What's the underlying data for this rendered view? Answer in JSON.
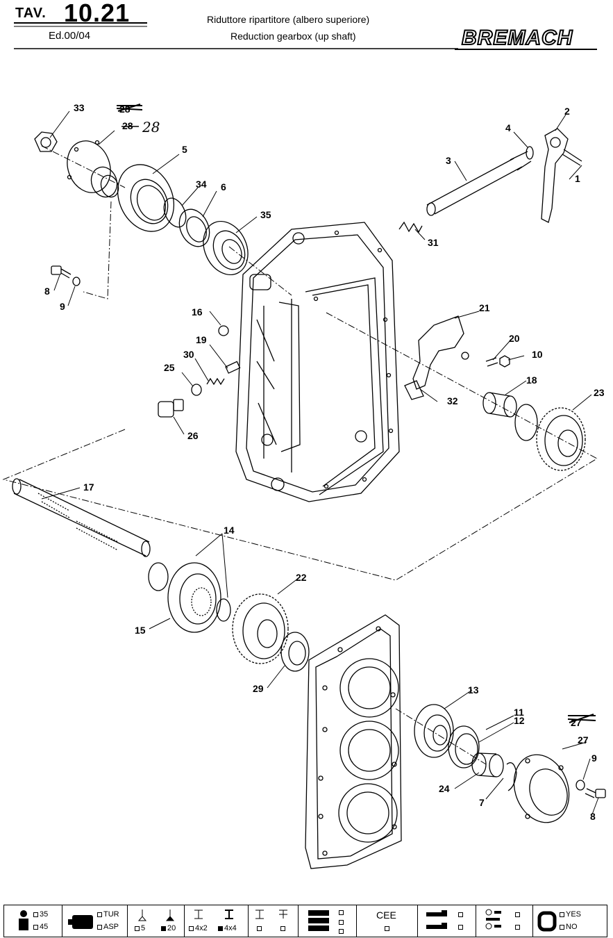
{
  "header": {
    "tav_label": "TAV.",
    "tav_number": "10.21",
    "edition": "Ed.00/04",
    "title_it": "Riduttore ripartitore (albero superiore)",
    "title_en": "Reduction gearbox (up shaft)",
    "brand": "BREMACH"
  },
  "diagram": {
    "annotations": {
      "crossed_28": "28",
      "hand_28": "28",
      "crossed_27": "27"
    },
    "parts": [
      {
        "label": "33"
      },
      {
        "label": "28"
      },
      {
        "label": "5"
      },
      {
        "label": "34"
      },
      {
        "label": "6"
      },
      {
        "label": "35"
      },
      {
        "label": "8"
      },
      {
        "label": "9"
      },
      {
        "label": "16"
      },
      {
        "label": "19"
      },
      {
        "label": "30"
      },
      {
        "label": "25"
      },
      {
        "label": "26"
      },
      {
        "label": "2"
      },
      {
        "label": "4"
      },
      {
        "label": "3"
      },
      {
        "label": "1"
      },
      {
        "label": "31"
      },
      {
        "label": "21"
      },
      {
        "label": "20"
      },
      {
        "label": "10"
      },
      {
        "label": "18"
      },
      {
        "label": "32"
      },
      {
        "label": "23"
      },
      {
        "label": "17"
      },
      {
        "label": "14"
      },
      {
        "label": "22"
      },
      {
        "label": "15"
      },
      {
        "label": "29"
      },
      {
        "label": "13"
      },
      {
        "label": "11"
      },
      {
        "label": "12"
      },
      {
        "label": "24"
      },
      {
        "label": "7"
      },
      {
        "label": "27"
      },
      {
        "label": "9"
      },
      {
        "label": "8"
      }
    ]
  },
  "footer": {
    "c1": {
      "a": "35",
      "b": "45"
    },
    "c2": {
      "a": "TUR",
      "b": "ASP"
    },
    "c3": {
      "a": "5",
      "b": "20"
    },
    "c4": {
      "a": "4x2",
      "b": "4x4"
    },
    "c5": {
      "a": "",
      "b": ""
    },
    "c6": {
      "a": "",
      "b": ""
    },
    "c7": {
      "label": "CEE"
    },
    "c8": {
      "a": "",
      "b": ""
    },
    "c9": {
      "a": "",
      "b": ""
    },
    "c10": {
      "a": "YES",
      "b": "NO"
    }
  }
}
